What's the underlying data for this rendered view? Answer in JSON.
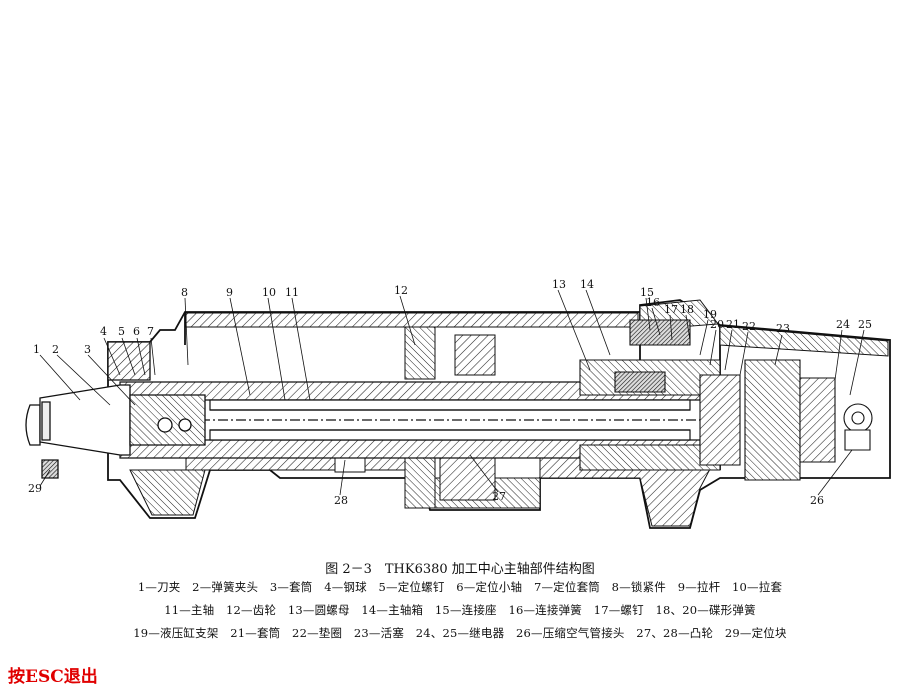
{
  "part_numbers": [
    "1",
    "2",
    "3",
    "4",
    "5",
    "6",
    "7",
    "8",
    "9",
    "10",
    "11",
    "12",
    "13",
    "14",
    "15",
    "16",
    "17",
    "18",
    "19",
    "20",
    "21",
    "22",
    "23",
    "24",
    "25",
    "26",
    "27",
    "28",
    "29"
  ],
  "caption": "图 2－3　THK6380 加工中心主轴部件结构图",
  "legend_lines": [
    "1—刀夹　2—弹簧夹头　3—套筒　4—钢球　5—定位螺钉　6—定位小轴　7—定位套筒　8—锁紧件　9—拉杆　10—拉套",
    "11—主轴　12—齿轮　13—圆螺母　14—主轴箱　15—连接座　16—连接弹簧　17—螺钉　18、20—碟形弹簧",
    "19—液压缸支架　21—套筒　22—垫圈　23—活塞　24、25—继电器　26—压缩空气管接头　27、28—凸轮　29—定位块"
  ],
  "exit_hint": "按ESC退出"
}
